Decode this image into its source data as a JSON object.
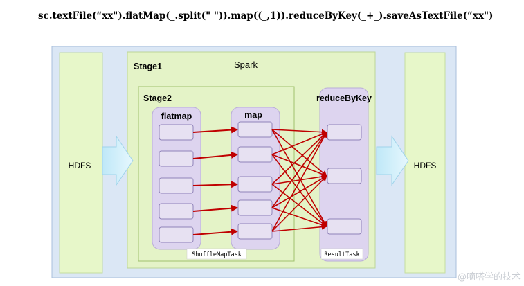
{
  "code": "sc.textFile(“xx\").flatMap(_.split(\" \")).map((_,1)).reduceByKey(_+_).saveAsTextFile(“xx\")",
  "hdfs_in": "HDFS",
  "hdfs_out": "HDFS",
  "spark": "Spark",
  "stage1": "Stage1",
  "stage2": "Stage2",
  "flatmap": "flatmap",
  "map": "map",
  "reduce": "reduceByKey",
  "shuffle_task": "ShuffleMapTask",
  "result_task": "ResultTask",
  "watermark": "@嘀嗒学的技术",
  "colors": {
    "outer_frame": "#dbe7f5",
    "hdfs_column": "#e7f7c9",
    "stage_area": "#e4f3c7",
    "partition_column": "#ddd4ef",
    "partition_box": "#e7e1f2",
    "arrow_red": "#c00000",
    "big_arrow": "#c8ecf9"
  },
  "flow": {
    "flatmap_partitions": 5,
    "map_partitions": 5,
    "reduce_partitions": 3
  }
}
